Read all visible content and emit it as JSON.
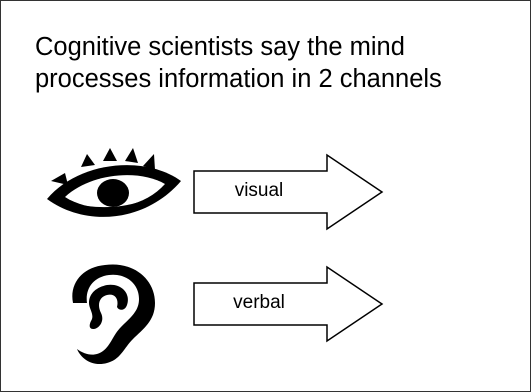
{
  "title": {
    "line1": "Cognitive scientists say the mind",
    "line2": "processes information in 2 channels"
  },
  "channels": [
    {
      "icon": "eye-icon",
      "label": "visual"
    },
    {
      "icon": "ear-icon",
      "label": "verbal"
    }
  ],
  "colors": {
    "ink": "#000000",
    "background": "#ffffff",
    "border": "#333333"
  }
}
